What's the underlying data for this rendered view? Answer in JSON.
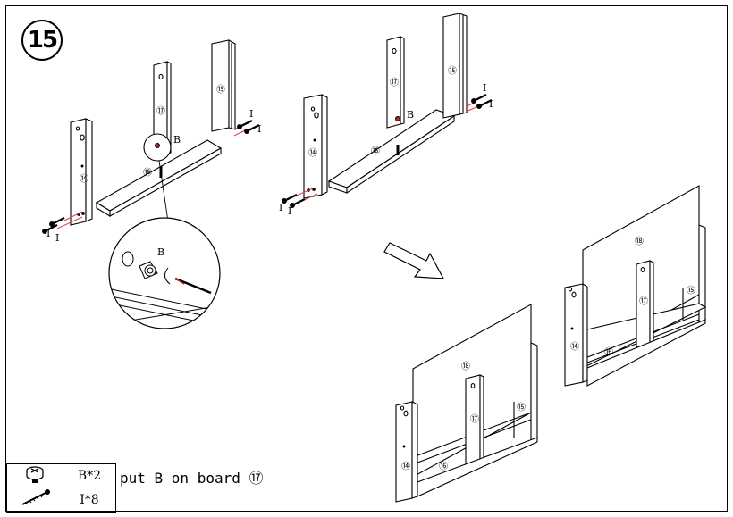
{
  "step": {
    "number": "15"
  },
  "labels": {
    "panel_14": "14",
    "panel_15": "15",
    "panel_16": "16",
    "panel_17": "17",
    "panel_18": "18",
    "fitting_b": "B",
    "screw_i": "I"
  },
  "parts": [
    {
      "icon": "cam-lock-icon",
      "qty": "B*2"
    },
    {
      "icon": "screw-icon",
      "qty": "I*8"
    }
  ],
  "instruction": {
    "prefix": "put B on board",
    "board": "17"
  }
}
